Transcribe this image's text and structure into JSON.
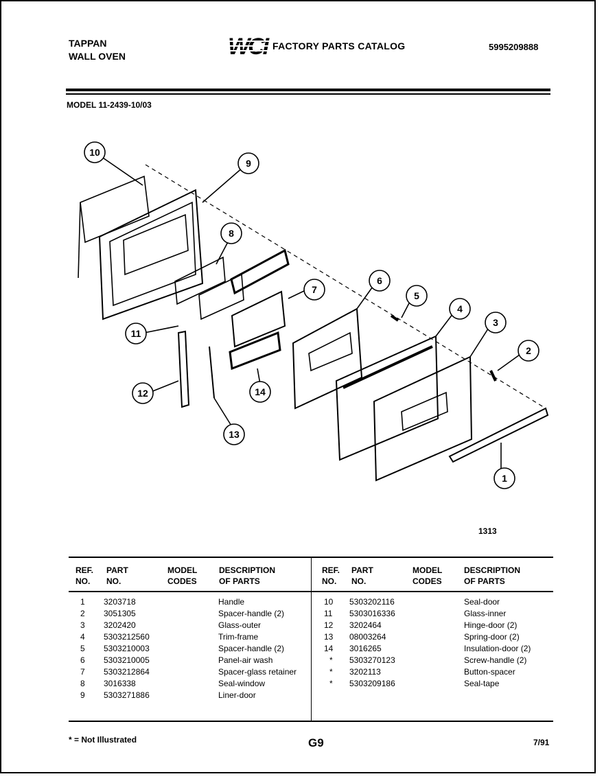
{
  "header": {
    "brand_line1": "TAPPAN",
    "brand_line2": "WALL OVEN",
    "logo_text": "WCI",
    "catalog_title": "FACTORY PARTS CATALOG",
    "catalog_number": "5995209888",
    "model": "MODEL 11-2439-10/03"
  },
  "diagram": {
    "callouts": [
      "1",
      "2",
      "3",
      "4",
      "5",
      "6",
      "7",
      "8",
      "9",
      "10",
      "11",
      "12",
      "13",
      "14"
    ],
    "figure_number": "1313"
  },
  "table": {
    "headers": {
      "ref_line1": "REF.",
      "ref_line2": "NO.",
      "part_line1": "PART",
      "part_line2": "NO.",
      "model_line1": "MODEL",
      "model_line2": "CODES",
      "desc_line1": "DESCRIPTION",
      "desc_line2": "OF PARTS"
    },
    "left_rows": [
      {
        "ref": "1",
        "part": "3203718",
        "code": "",
        "desc": "Handle"
      },
      {
        "ref": "2",
        "part": "3051305",
        "code": "",
        "desc": "Spacer-handle (2)"
      },
      {
        "ref": "3",
        "part": "3202420",
        "code": "",
        "desc": "Glass-outer"
      },
      {
        "ref": "4",
        "part": "5303212560",
        "code": "",
        "desc": "Trim-frame"
      },
      {
        "ref": "5",
        "part": "5303210003",
        "code": "",
        "desc": "Spacer-handle (2)"
      },
      {
        "ref": "6",
        "part": "5303210005",
        "code": "",
        "desc": "Panel-air wash"
      },
      {
        "ref": "7",
        "part": "5303212864",
        "code": "",
        "desc": "Spacer-glass retainer"
      },
      {
        "ref": "8",
        "part": "3016338",
        "code": "",
        "desc": "Seal-window"
      },
      {
        "ref": "9",
        "part": "5303271886",
        "code": "",
        "desc": "Liner-door"
      }
    ],
    "right_rows": [
      {
        "ref": "10",
        "part": "5303202116",
        "code": "",
        "desc": "Seal-door"
      },
      {
        "ref": "11",
        "part": "5303016336",
        "code": "",
        "desc": "Glass-inner"
      },
      {
        "ref": "12",
        "part": "3202464",
        "code": "",
        "desc": "Hinge-door (2)"
      },
      {
        "ref": "13",
        "part": "08003264",
        "code": "",
        "desc": "Spring-door (2)"
      },
      {
        "ref": "14",
        "part": "3016265",
        "code": "",
        "desc": "Insulation-door (2)"
      },
      {
        "ref": "*",
        "part": "5303270123",
        "code": "",
        "desc": "Screw-handle (2)"
      },
      {
        "ref": "*",
        "part": "3202113",
        "code": "",
        "desc": "Button-spacer"
      },
      {
        "ref": "*",
        "part": "5303209186",
        "code": "",
        "desc": "Seal-tape"
      }
    ]
  },
  "footer": {
    "note": "* = Not Illustrated",
    "page": "G9",
    "date": "7/91"
  }
}
